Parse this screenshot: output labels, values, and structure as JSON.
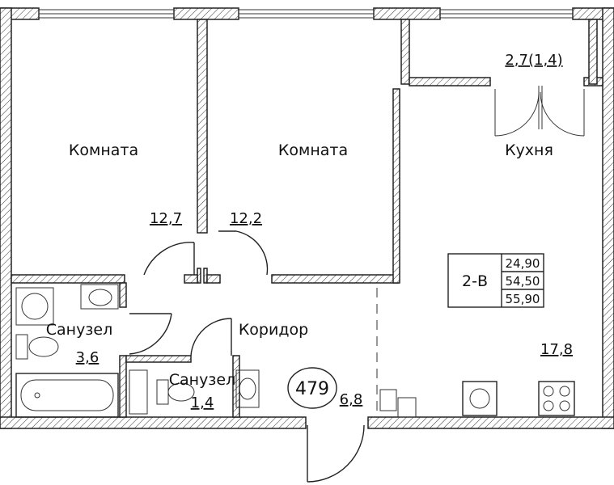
{
  "rooms": {
    "room1": {
      "name": "Комната",
      "area": "12,7"
    },
    "room2": {
      "name": "Комната",
      "area": "12,2"
    },
    "kitchen": {
      "name": "Кухня",
      "area": "17,8"
    },
    "balcony": {
      "area": "2,7(1,4)"
    },
    "bath1": {
      "name": "Санузел",
      "area": "3,6"
    },
    "bath2": {
      "name": "Санузел",
      "area": "1,4"
    },
    "corridor": {
      "name": "Коридор",
      "area": "6,8"
    }
  },
  "apartment": {
    "number": "479",
    "type": "2-В",
    "areas": [
      "24,90",
      "54,50",
      "55,90"
    ]
  },
  "colors": {
    "ink": "#222222",
    "background": "#ffffff"
  }
}
